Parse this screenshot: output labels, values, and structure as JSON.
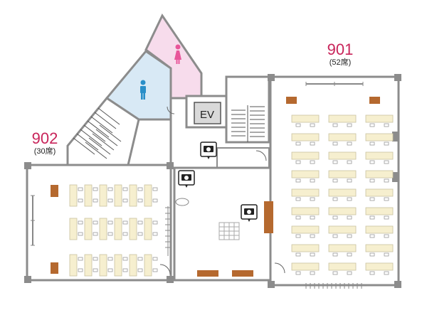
{
  "rooms": {
    "r901": {
      "number": "901",
      "seats": "(52席)"
    },
    "r902": {
      "number": "902",
      "seats": "(30席)"
    }
  },
  "elevator": {
    "label": "EV"
  },
  "icons": {
    "camera": "camera-icon",
    "restroom_male": "male-restroom-icon",
    "restroom_female": "female-restroom-icon"
  },
  "colors": {
    "room_number": "#c8245a",
    "wall": "#8c8c8c",
    "desk": "#f6efcf",
    "podium": "#b5692f",
    "restroom_male": "#d8e9f5",
    "restroom_female": "#f7dcec",
    "male_figure": "#2a8fc8",
    "female_figure": "#e8569a"
  }
}
